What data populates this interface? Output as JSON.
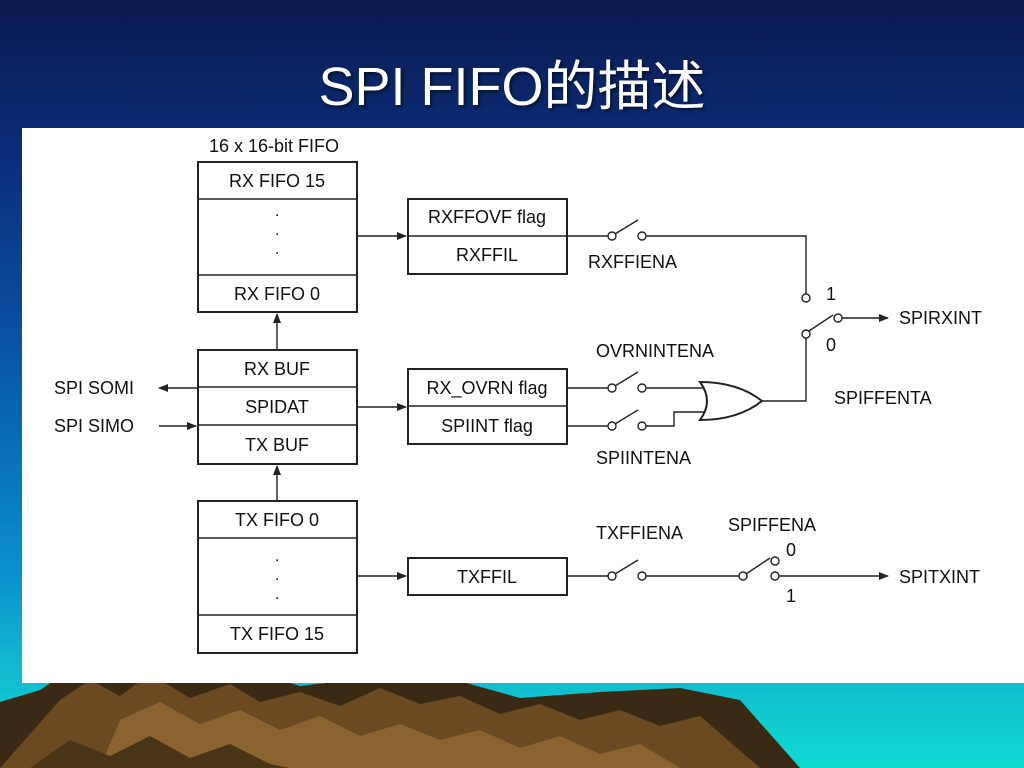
{
  "title": "SPI FIFO的描述",
  "diagram": {
    "fifo_caption": "16 x 16-bit FIFO",
    "rx_fifo_top": "RX FIFO 15",
    "rx_fifo_bottom": "RX FIFO 0",
    "fifo_dots": ".",
    "rx_buf": "RX BUF",
    "spidat": "SPIDAT",
    "tx_buf": "TX BUF",
    "tx_fifo_top": "TX FIFO 0",
    "tx_fifo_bottom": "TX FIFO 15",
    "spi_somi": "SPI SOMI",
    "spi_simo": "SPI SIMO",
    "rxffovf_flag": "RXFFOVF flag",
    "rxffil": "RXFFIL",
    "rx_ovrn_flag": "RX_OVRN flag",
    "spiint_flag": "SPIINT flag",
    "txffil": "TXFFIL",
    "rxffiena": "RXFFIENA",
    "ovrnintena": "OVRNINTENA",
    "spiintena": "SPIINTENA",
    "txffiena": "TXFFIENA",
    "spiffena": "SPIFFENA",
    "spiffenta": "SPIFFENTA",
    "spirxint": "SPIRXINT",
    "spitxint": "SPITXINT",
    "mux_rx_1": "1",
    "mux_rx_0": "0",
    "mux_tx_0": "0",
    "mux_tx_1": "1"
  }
}
